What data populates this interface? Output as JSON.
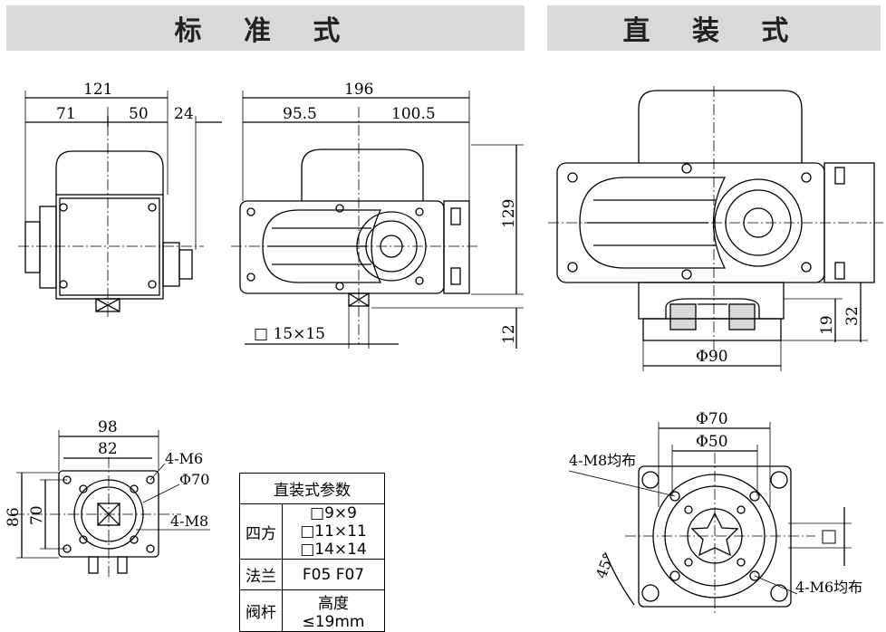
{
  "banners": {
    "standard": "标 准 式",
    "direct": "直 装 式"
  },
  "dims": {
    "d121": "121",
    "d71": "71",
    "d50": "50",
    "d24": "24",
    "d196": "196",
    "d95_5": "95.5",
    "d100_5": "100.5",
    "d129": "129",
    "d12": "12",
    "sq15": "15×15",
    "d19": "19",
    "d32": "32",
    "phi90": "Φ90",
    "d98": "98",
    "d82": "82",
    "d86": "86",
    "d70": "70",
    "m6_left": "4-M6",
    "phi70_left": "Φ70",
    "m8_left": "4-M8",
    "phi70_right": "Φ70",
    "phi50_right": "Φ50",
    "m8_right": "4-M8均布",
    "m6_right": "4-M6均布",
    "deg45": "45°"
  },
  "table": {
    "title": "直装式参数",
    "rows": [
      {
        "label": "四方",
        "value": "□9×9 □11×11 □14×14"
      },
      {
        "label": "法兰",
        "value": "F05   F07"
      },
      {
        "label": "阀杆",
        "value": "高度≤19mm"
      }
    ]
  },
  "colors": {
    "banner_bg": "#d9d9d9",
    "line": "#000000"
  }
}
